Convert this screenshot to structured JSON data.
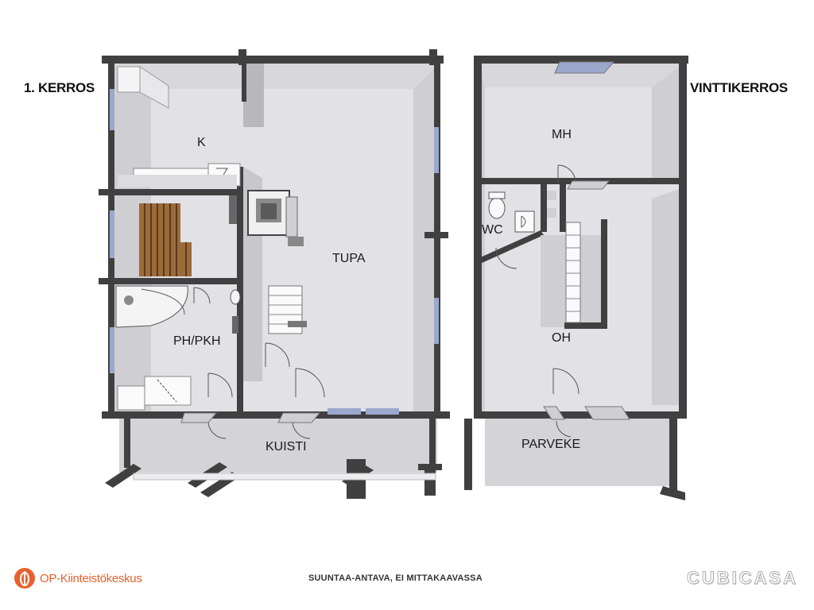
{
  "floors": {
    "first": "1. KERROS",
    "attic": "VINTTIKERROS"
  },
  "rooms": {
    "k": "K",
    "tupa": "TUPA",
    "ph_pkh": "PH/PKH",
    "kuisti": "KUISTI",
    "mh": "MH",
    "wc": "WC",
    "oh": "OH",
    "parveke": "PARVEKE"
  },
  "footer": {
    "note": "SUUNTAA-ANTAVA, EI MITTAKAAVASSA",
    "brand": "OP-Kiinteistökeskus",
    "watermark": "CUBICASA"
  },
  "colors": {
    "wall": "#404040",
    "floor": "#e2e2e6",
    "wall_face": "#c8c8cc",
    "window": "#9aa8cc",
    "sauna_wood": "#9c6b3a",
    "brand": "#e8612c"
  }
}
